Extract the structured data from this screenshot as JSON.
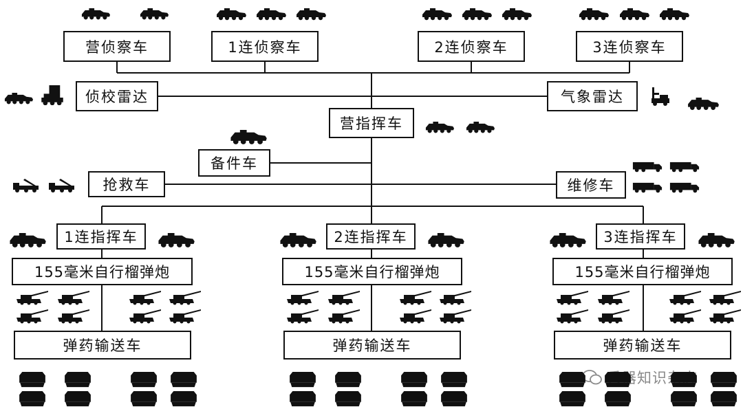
{
  "boxes": {
    "bn_recon": "营侦察车",
    "c1_recon": "1连侦察车",
    "c2_recon": "2连侦察车",
    "c3_recon": "3连侦察车",
    "ranging_radar": "侦校雷达",
    "weather_radar": "气象雷达",
    "bn_command": "营指挥车",
    "spare_parts": "备件车",
    "rescue": "抢救车",
    "repair": "维修车",
    "c1_command": "1连指挥车",
    "c2_command": "2连指挥车",
    "c3_command": "3连指挥车",
    "howitzer": "155毫米自行榴弹炮",
    "ammo": "弹药输送车"
  },
  "watermark": "兵器知识杂志",
  "icons": {
    "recon": "wheeled-armored-vehicle-icon",
    "radar": "radar-vehicle-icon",
    "crane": "recovery-crane-truck-icon",
    "truck": "repair-truck-icon",
    "howitzer": "self-propelled-howitzer-icon",
    "ammo": "ammunition-carrier-icon"
  }
}
